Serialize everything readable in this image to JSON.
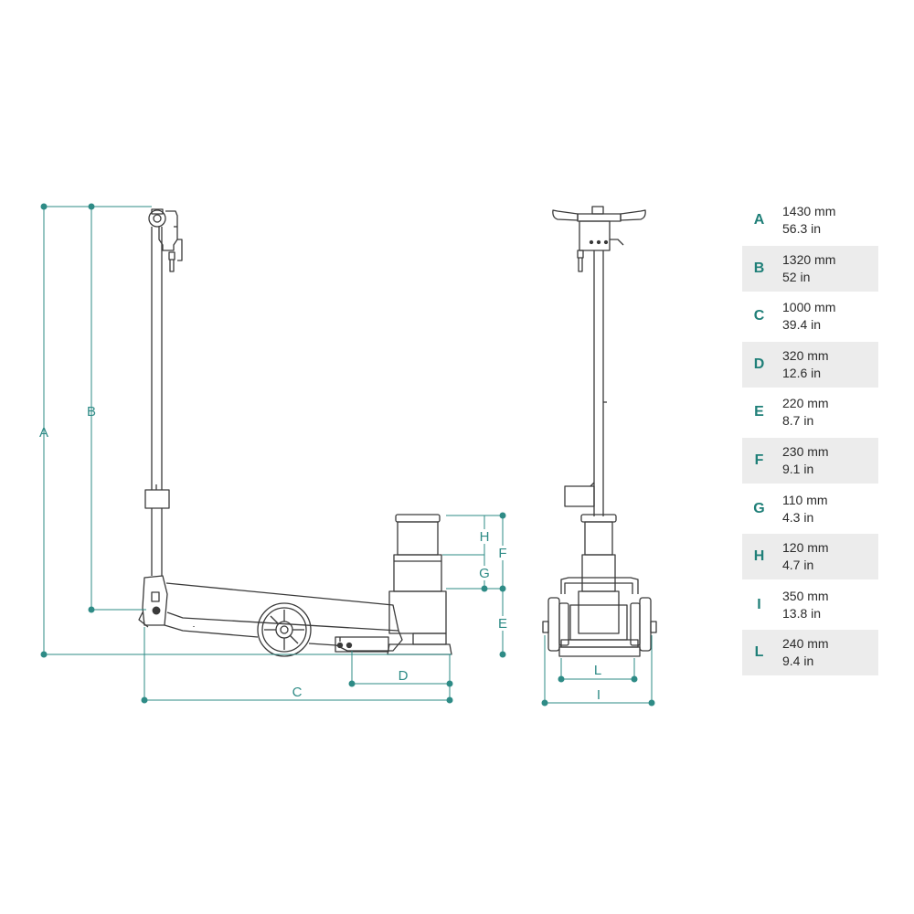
{
  "colors": {
    "dimension": "#2e8b86",
    "outline": "#3a3a3a",
    "shade": "#ececec"
  },
  "dimension_labels": {
    "a": "A",
    "b": "B",
    "c": "C",
    "d": "D",
    "e": "E",
    "f": "F",
    "g": "G",
    "h": "H",
    "i": "I",
    "l": "L"
  },
  "specs": [
    {
      "letter": "A",
      "mm": "1430 mm",
      "in": "56.3 in"
    },
    {
      "letter": "B",
      "mm": "1320 mm",
      "in": "52 in"
    },
    {
      "letter": "C",
      "mm": "1000 mm",
      "in": "39.4 in"
    },
    {
      "letter": "D",
      "mm": "320 mm",
      "in": "12.6 in"
    },
    {
      "letter": "E",
      "mm": "220 mm",
      "in": "8.7 in"
    },
    {
      "letter": "F",
      "mm": "230 mm",
      "in": "9.1 in"
    },
    {
      "letter": "G",
      "mm": "110 mm",
      "in": "4.3 in"
    },
    {
      "letter": "H",
      "mm": "120 mm",
      "in": "4.7 in"
    },
    {
      "letter": "I",
      "mm": "350 mm",
      "in": "13.8 in"
    },
    {
      "letter": "L",
      "mm": "240 mm",
      "in": "9.4 in"
    }
  ]
}
